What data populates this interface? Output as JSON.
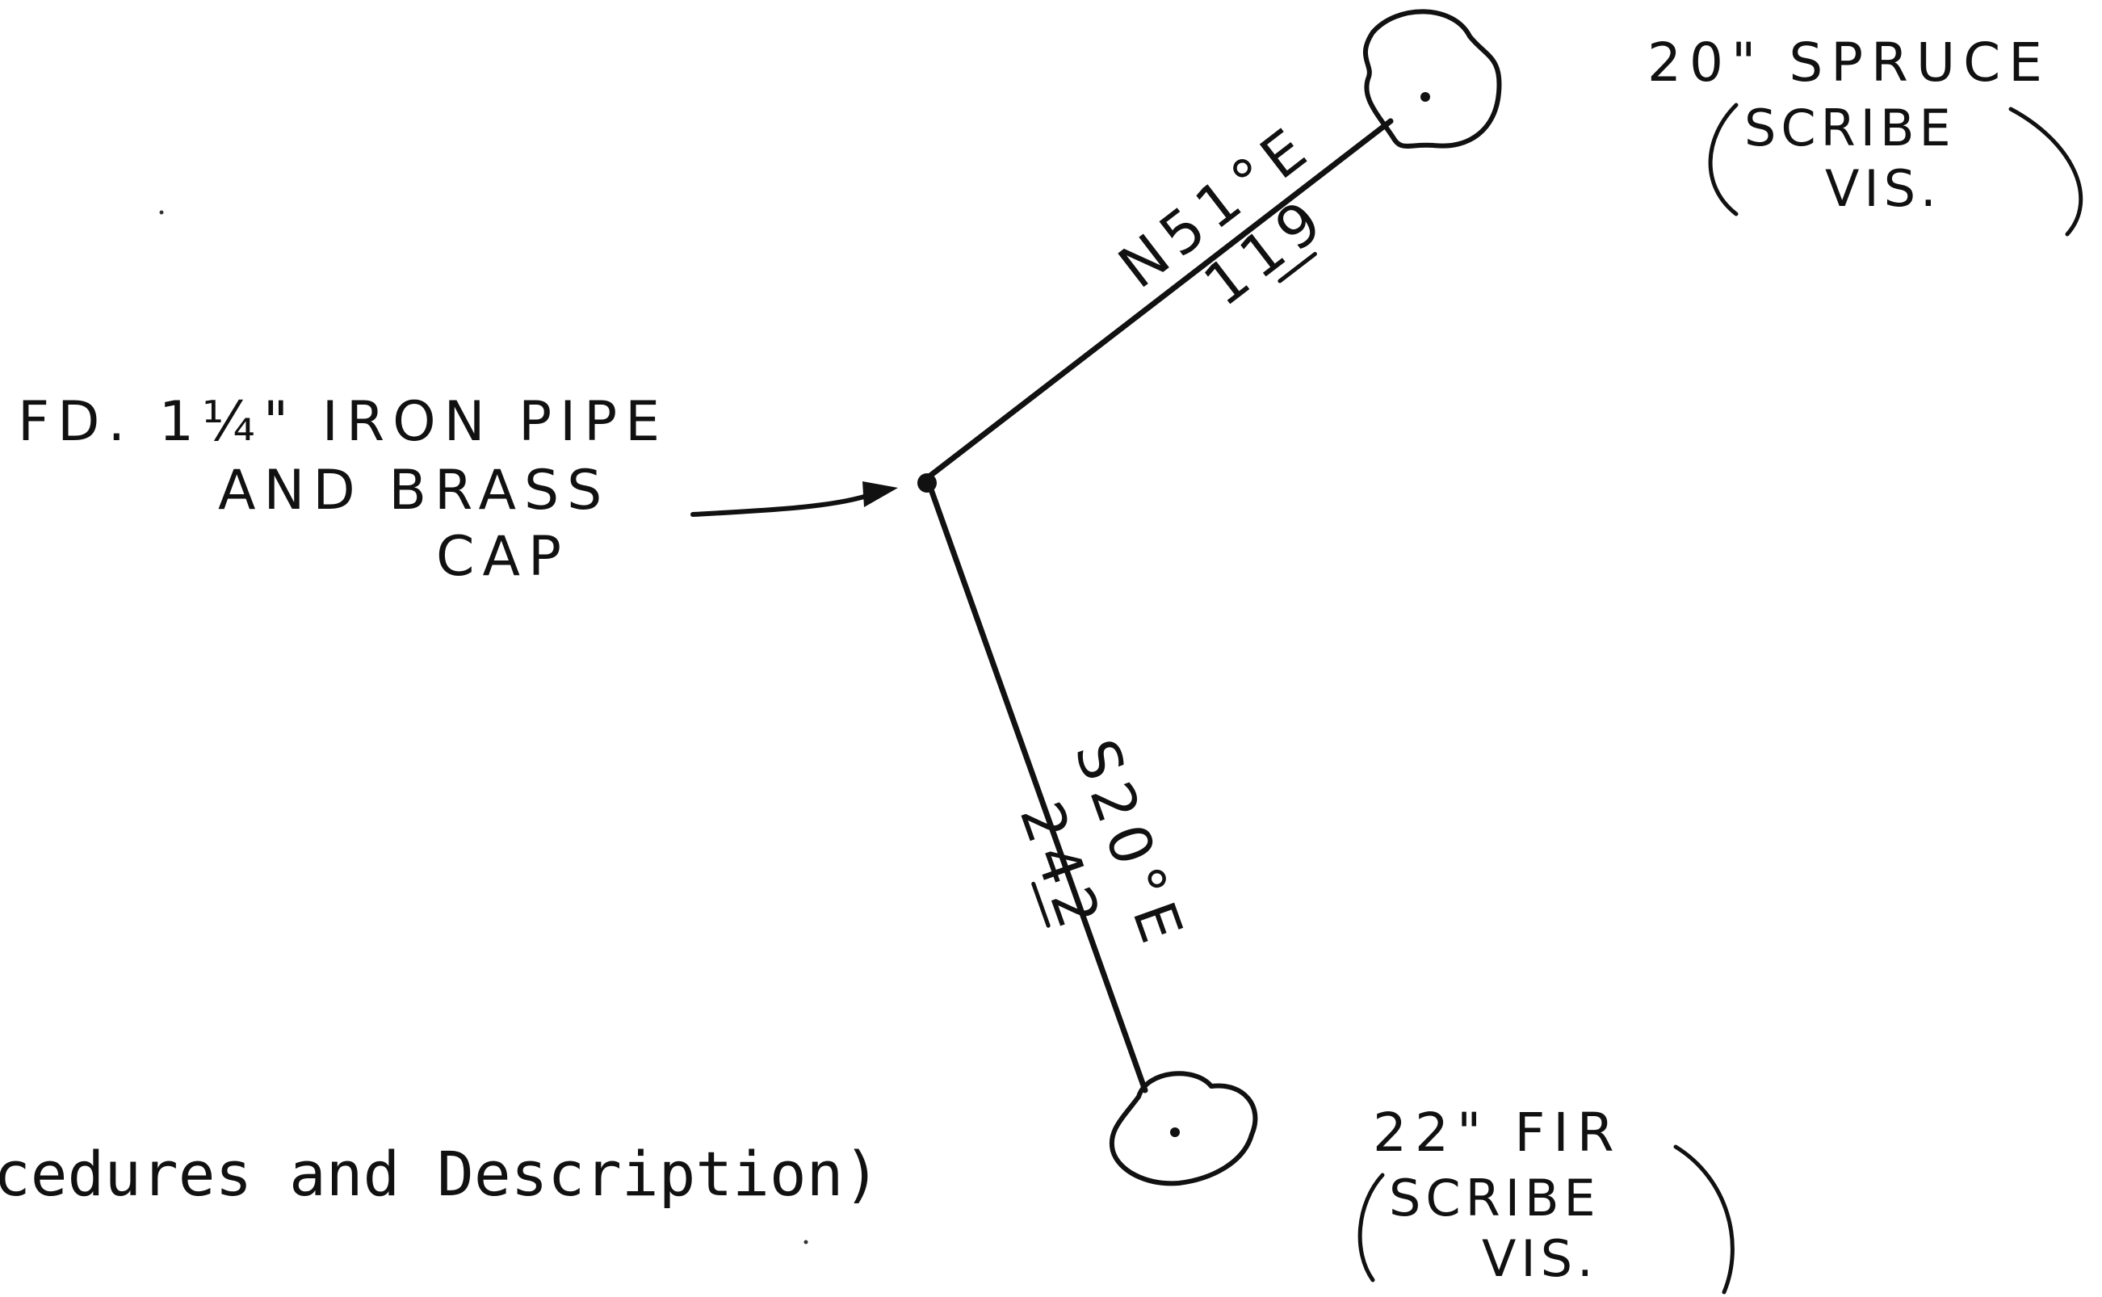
{
  "sketch": {
    "monument_label": {
      "line1": "FD. 1¼\" IRON PIPE",
      "line2": "AND BRASS",
      "line3": "CAP"
    },
    "bearing_to_spruce": {
      "bearing": "N51°E",
      "distance": "119"
    },
    "bearing_to_fir": {
      "bearing": "S20°E",
      "distance": "242"
    },
    "spruce_label": {
      "line1": "20\" SPRUCE",
      "line2": "SCRIBE",
      "line3": "VIS."
    },
    "fir_label": {
      "line1": "22\" FIR",
      "line2": "SCRIBE",
      "line3": "VIS."
    },
    "bottom_text": "cedures and Description)"
  },
  "colors": {
    "ink": "#111111",
    "paper": "#ffffff"
  }
}
